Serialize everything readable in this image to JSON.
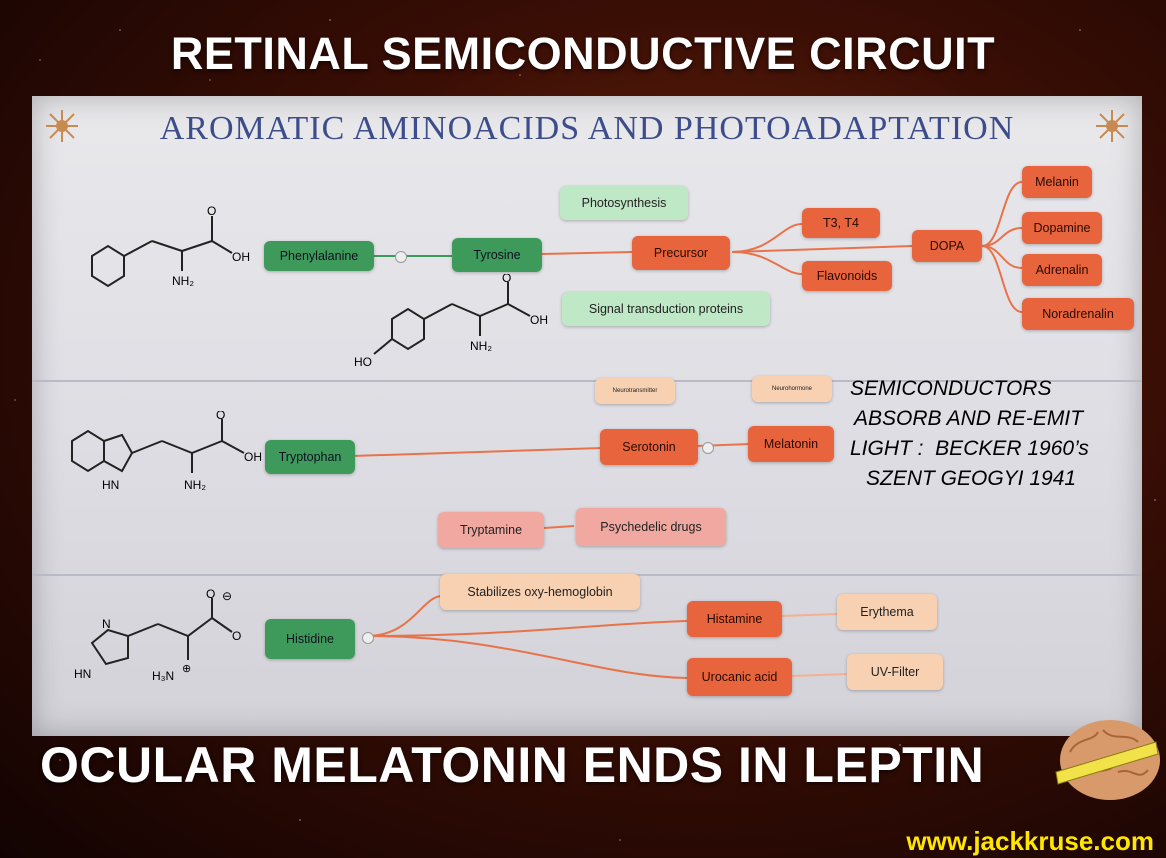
{
  "slide": {
    "title": "RETINAL SEMICONDUCTIVE CIRCUIT",
    "bottom_title": "OCULAR MELATONIN ENDS IN LEPTIN",
    "url": "www.jackkruse.com"
  },
  "poster": {
    "title": "AROMATIC AMINOACIDS AND PHOTOADAPTATION",
    "annotation": [
      "SEMICONDUCTORS",
      "ABSORB AND RE-EMIT",
      "LIGHT :  BECKER 1960’s",
      "SZENT GEOGYI 1941"
    ]
  },
  "nodes": {
    "phenylalanine": "Phenylalanine",
    "tyrosine": "Tyrosine",
    "photosynthesis": "Photosynthesis",
    "signal": "Signal transduction proteins",
    "precursor": "Precursor",
    "t3t4": "T3, T4",
    "flavonoids": "Flavonoids",
    "dopa": "DOPA",
    "melanin": "Melanin",
    "dopamine": "Dopamine",
    "adrenalin": "Adrenalin",
    "noradrenalin": "Noradrenalin",
    "tryptophan": "Tryptophan",
    "serotonin": "Serotonin",
    "melatonin": "Melatonin",
    "neurotransmitter": "Neurotransmitter",
    "neurohormone": "Neurohormone",
    "tryptamine": "Tryptamine",
    "psychedelic": "Psychedelic drugs",
    "histidine": "Histidine",
    "stabilizes": "Stabilizes oxy-hemoglobin",
    "histamine": "Histamine",
    "erythema": "Erythema",
    "urocanic": "Urocanic acid",
    "uvfilter": "UV-Filter"
  },
  "molecule_labels": {
    "oh": "OH",
    "o": "O",
    "nh2": "NH₂",
    "ho": "HO",
    "hn": "HN",
    "n": "N",
    "h3n": "H₃N",
    "theta": "⊖",
    "plus": "⊕"
  },
  "colors": {
    "green_dark": "#3e9a5a",
    "green_light": "#bfe8c6",
    "orange_dark": "#e8643c",
    "orange_light": "#f7d1b2",
    "pink": "#f1a8a0",
    "title_blue": "#3d4d8c",
    "url_yellow": "#ffe600"
  }
}
